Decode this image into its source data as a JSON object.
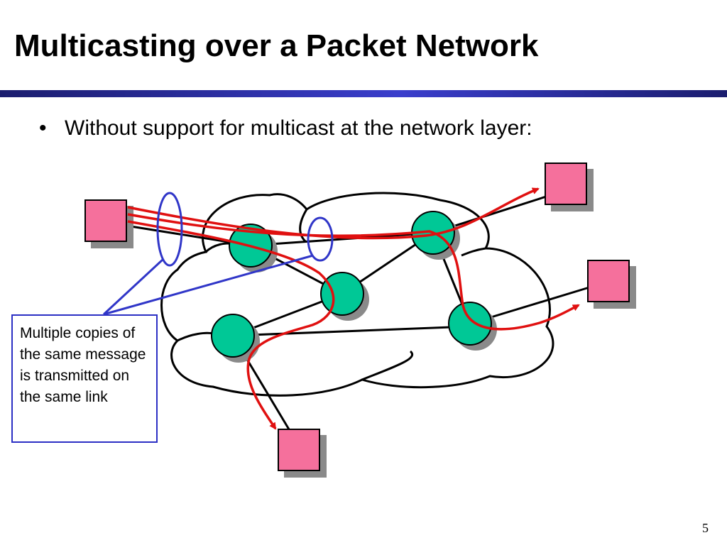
{
  "slide": {
    "title": "Multicasting over a Packet Network",
    "bullet": "Without support for multicast at the network layer:",
    "callout": "Multiple copies of the same message is transmitted on the same link",
    "page_number": "5"
  },
  "diagram": {
    "host_color": "#f5709c",
    "router_color": "#00c896",
    "path_color": "#e01010",
    "highlight_color": "#3036c8",
    "hosts": [
      "source-host",
      "dest-host-top-right",
      "dest-host-right",
      "dest-host-bottom"
    ],
    "routers": [
      "router-1",
      "router-2",
      "router-3",
      "router-4",
      "router-5"
    ]
  }
}
